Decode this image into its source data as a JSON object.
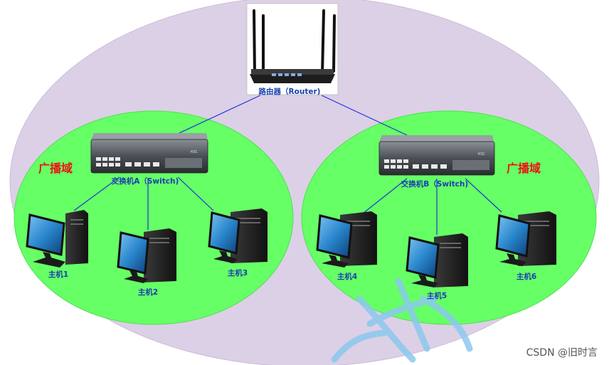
{
  "colors": {
    "outer_fill": "#dcd0e6",
    "outer_stroke": "#c9bcd8",
    "domain_fill": "#66ff66",
    "domain_stroke": "#55dd55",
    "link": "#2233dd",
    "device_label": "#1a3fb0",
    "broadcast_label": "#ee1111",
    "watermark": "#8cc8ee",
    "credit": "#555555"
  },
  "router": {
    "label": "路由器（Router)"
  },
  "switches": [
    {
      "label": "交换机A（Switch)",
      "brand": "H3C"
    },
    {
      "label": "交换机B（Switch)",
      "brand": "H3C"
    }
  ],
  "broadcast_domains": [
    {
      "label": "广播域"
    },
    {
      "label": "广播域"
    }
  ],
  "hosts": [
    {
      "label": "主机1"
    },
    {
      "label": "主机2"
    },
    {
      "label": "主机3"
    },
    {
      "label": "主机4"
    },
    {
      "label": "主机5"
    },
    {
      "label": "主机6"
    }
  ],
  "credit": "CSDN @旧时言"
}
